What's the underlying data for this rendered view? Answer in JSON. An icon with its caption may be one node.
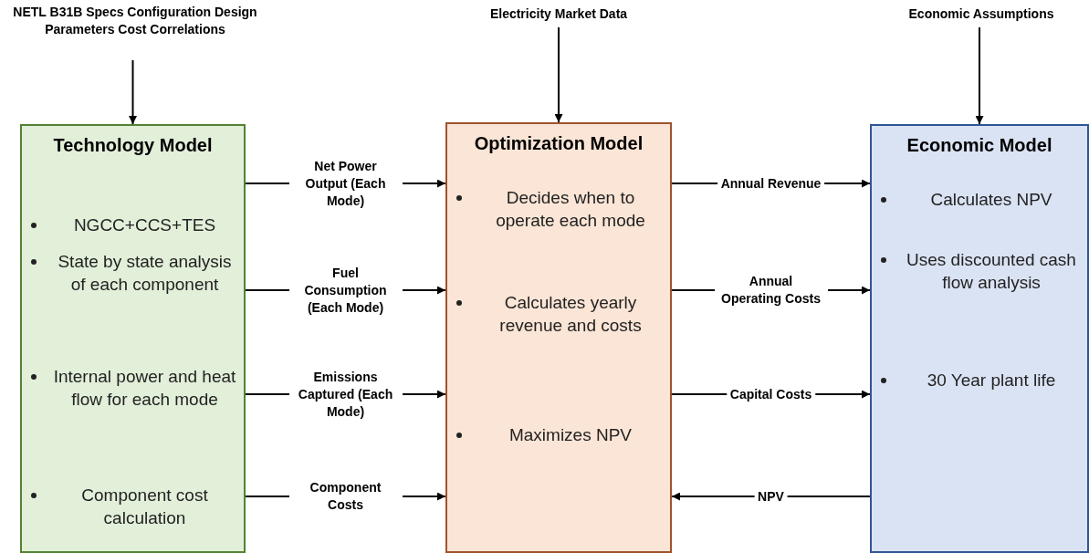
{
  "diagram": {
    "nodes": [
      {
        "text": [
          "NETL B31B Specs Configuration Design Parameters Cost Correlations"
        ]
      },
      {
        "text": [
          "Technology Model",
          "NGCC+CCS+TES",
          "State by state analysis of each component",
          "Internal power and heat flow for each mode",
          "Component cost calculation"
        ]
      },
      {
        "text": [
          "Electricity Market Data"
        ]
      },
      {
        "text": [
          "Optimization Model",
          "Decides when to operate each mode",
          "Calculates yearly revenue and costs",
          "Maximizes NPV"
        ]
      },
      {
        "text": [
          "Economic Assumptions"
        ]
      },
      {
        "text": [
          "Economic Model",
          "Calculates NPV",
          "Uses discounted cash flow analysis",
          "30 Year plant life"
        ]
      }
    ],
    "edges": [
      {
        "from": 0,
        "to": 1,
        "arrow": "to"
      },
      {
        "from": 2,
        "to": 3,
        "arrow": "to"
      },
      {
        "from": 4,
        "to": 5,
        "arrow": "to"
      },
      {
        "from": 1,
        "to": 3,
        "arrow": "to",
        "label": "Net Power Output (Each Mode)"
      },
      {
        "from": 1,
        "to": 3,
        "arrow": "to",
        "label": "Fuel Consumption (Each Mode)"
      },
      {
        "from": 1,
        "to": 3,
        "arrow": "to",
        "label": "Emissions Captured (Each Mode)"
      },
      {
        "from": 1,
        "to": 3,
        "arrow": "to",
        "label": "Component Costs"
      },
      {
        "from": 3,
        "to": 5,
        "arrow": "to",
        "label": "Annual Revenue"
      },
      {
        "from": 3,
        "to": 5,
        "arrow": "to",
        "label": "Annual Operating Costs"
      },
      {
        "from": 3,
        "to": 5,
        "arrow": "to",
        "label": "Capital Costs"
      },
      {
        "from": 5,
        "to": 3,
        "arrow": "to",
        "label": "NPV"
      }
    ]
  }
}
